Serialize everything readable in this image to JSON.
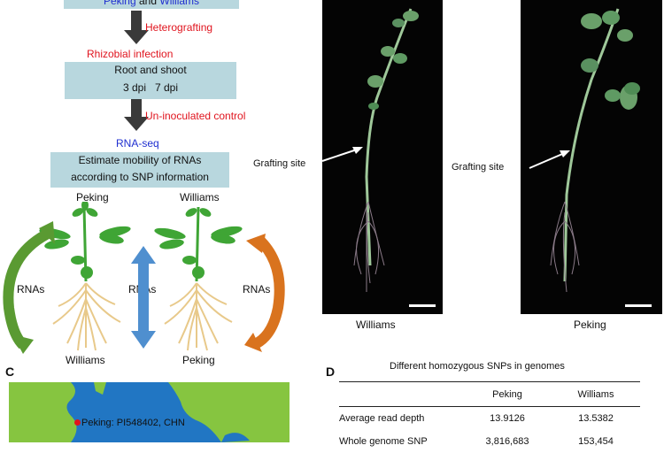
{
  "flow": {
    "top_box": {
      "peking": "Peking",
      "and": "and",
      "williams": "Williams"
    },
    "step1": "Heterografting",
    "step2": "Rhizobial infection",
    "box2_line1": "Root and shoot",
    "box2_line2": "3 dpi   7 dpi",
    "step3": "Un-inoculated control",
    "step4": "RNA-seq",
    "box3_line1": "Estimate mobility of RNAs",
    "box3_line2": "according to SNP information"
  },
  "plants": {
    "top_left": "Peking",
    "top_right": "Williams",
    "bottom_left": "Williams",
    "bottom_right": "Peking",
    "rna_left": "RNAs",
    "rna_center": "RNAs",
    "rna_right": "RNAs",
    "colors": {
      "arrow_green": "#5a9a32",
      "arrow_blue": "#4f8fcf",
      "arrow_orange": "#d9731e",
      "leaf": "#3fa535",
      "root": "#e8c98a"
    }
  },
  "photos": {
    "left_label": "Williams",
    "right_label": "Peking",
    "grafting_left": "Grafting site",
    "grafting_right": "Grafting site"
  },
  "panel_c": {
    "letter": "C",
    "marker": "Peking: PI548402, CHN",
    "colors": {
      "ocean": "#2176c3",
      "land": "#86c540"
    }
  },
  "panel_d": {
    "letter": "D",
    "title": "Different homozygous SNPs in genomes",
    "columns": [
      "",
      "Peking",
      "Williams"
    ],
    "rows": [
      {
        "label": "Average read depth",
        "peking": "13.9126",
        "williams": "13.5382"
      }
    ],
    "partial_row": {
      "label": "Whole genome SNP",
      "peking": "3,816,683",
      "williams": "153,454"
    }
  }
}
